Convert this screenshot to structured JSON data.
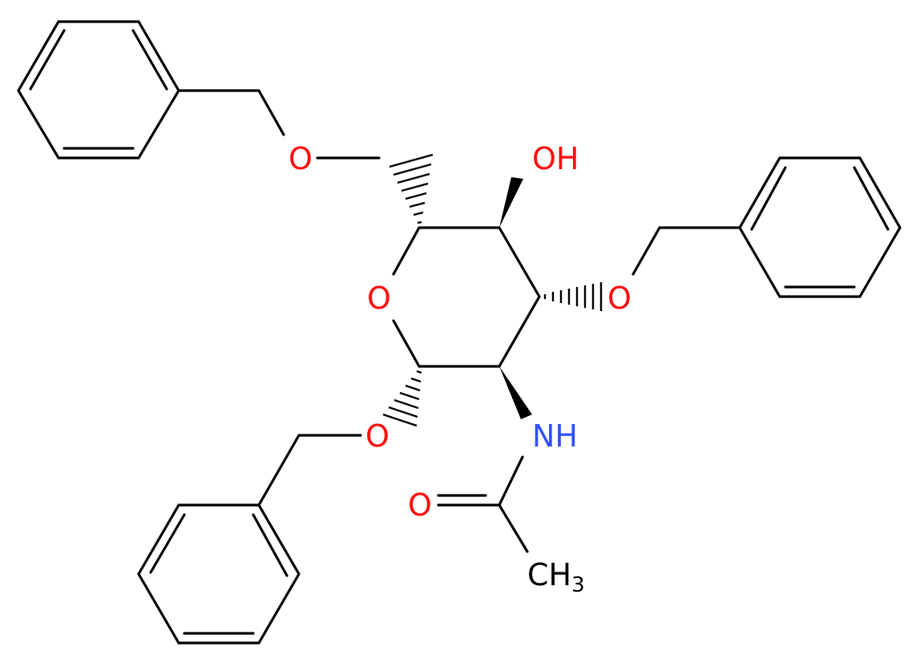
{
  "colors": {
    "bond": "#000000",
    "oxygen": "#ff0d0d",
    "nitrogen": "#3050f8",
    "carbon": "#000000"
  },
  "labels": {
    "ring_o": "O",
    "o6": "O",
    "o4": "OH",
    "o3": "O",
    "o1": "O",
    "n": "NH",
    "carbonyl_o": "O",
    "methyl_main": "CH",
    "methyl_sub": "3"
  }
}
